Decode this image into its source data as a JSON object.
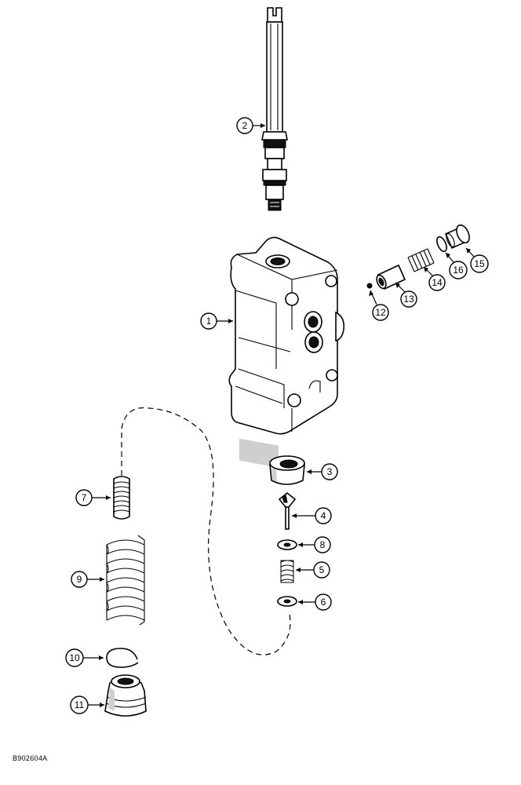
{
  "figure_id": "B902604A",
  "callouts": [
    {
      "id": "1",
      "label": "1"
    },
    {
      "id": "2",
      "label": "2"
    },
    {
      "id": "3",
      "label": "3"
    },
    {
      "id": "4",
      "label": "4"
    },
    {
      "id": "5",
      "label": "5"
    },
    {
      "id": "6",
      "label": "6"
    },
    {
      "id": "7",
      "label": "7"
    },
    {
      "id": "8",
      "label": "8"
    },
    {
      "id": "9",
      "label": "9"
    },
    {
      "id": "10",
      "label": "10"
    },
    {
      "id": "11",
      "label": "11"
    },
    {
      "id": "12",
      "label": "12"
    },
    {
      "id": "13",
      "label": "13"
    },
    {
      "id": "14",
      "label": "14"
    },
    {
      "id": "15",
      "label": "15"
    },
    {
      "id": "16",
      "label": "16"
    }
  ]
}
